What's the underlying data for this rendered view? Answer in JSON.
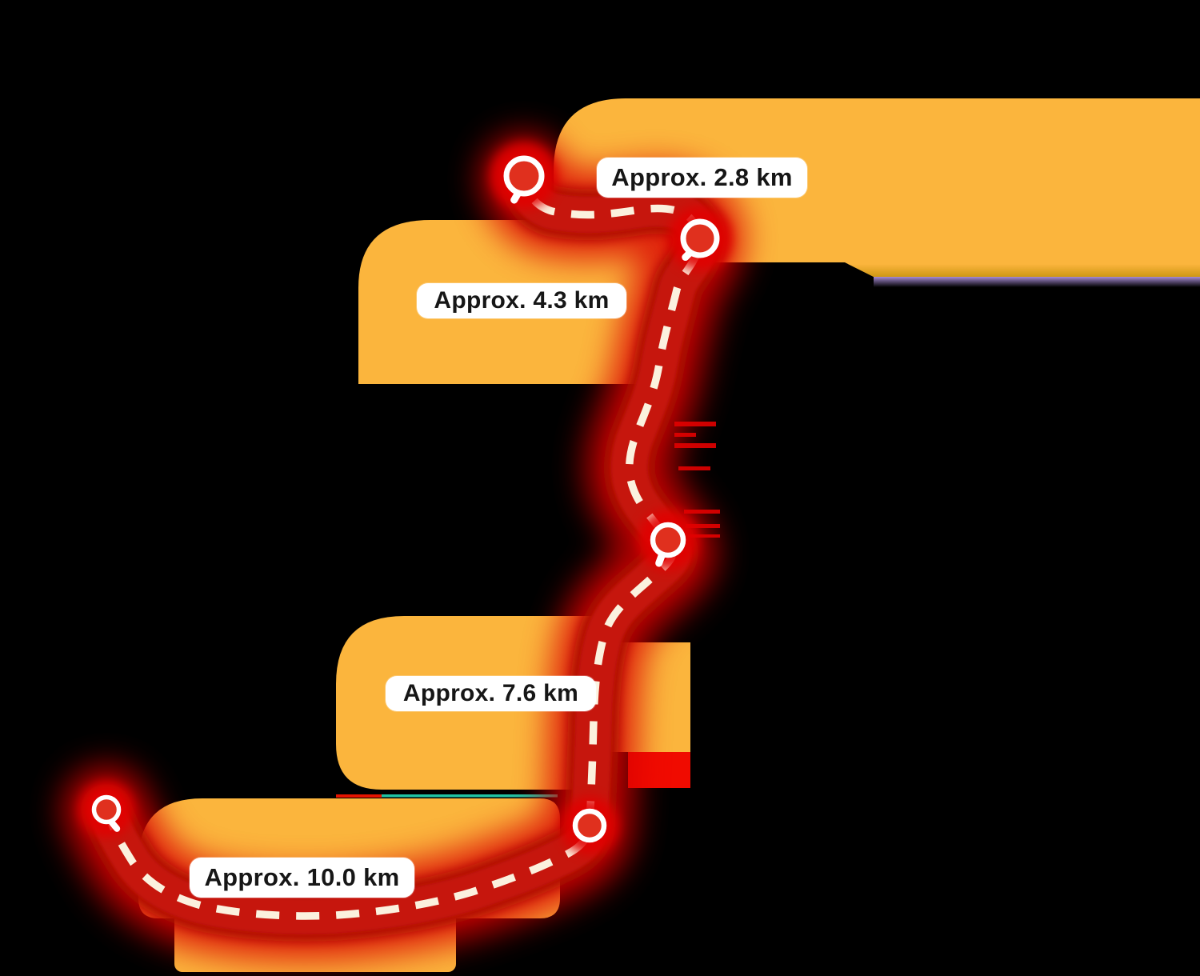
{
  "map": {
    "background_color": "#000000",
    "region_color": "#fbb53d",
    "route_core_color": "#c61309",
    "route_glow_color": "#d90000",
    "dash_color": "#fbf1de",
    "marker_fill_color": "#e0301e",
    "accent_purple": "#a78bd4",
    "accent_teal": "#20c3a3",
    "accent_red_block": "#f00b00",
    "waypoints": 5,
    "distances_km": [
      2.8,
      4.3,
      7.6,
      10.0
    ],
    "distance_labels": [
      {
        "text": "Approx. 2.8 km"
      },
      {
        "text": "Approx. 4.3 km"
      },
      {
        "text": "Approx. 7.6 km"
      },
      {
        "text": "Approx. 10.0 km"
      }
    ]
  }
}
